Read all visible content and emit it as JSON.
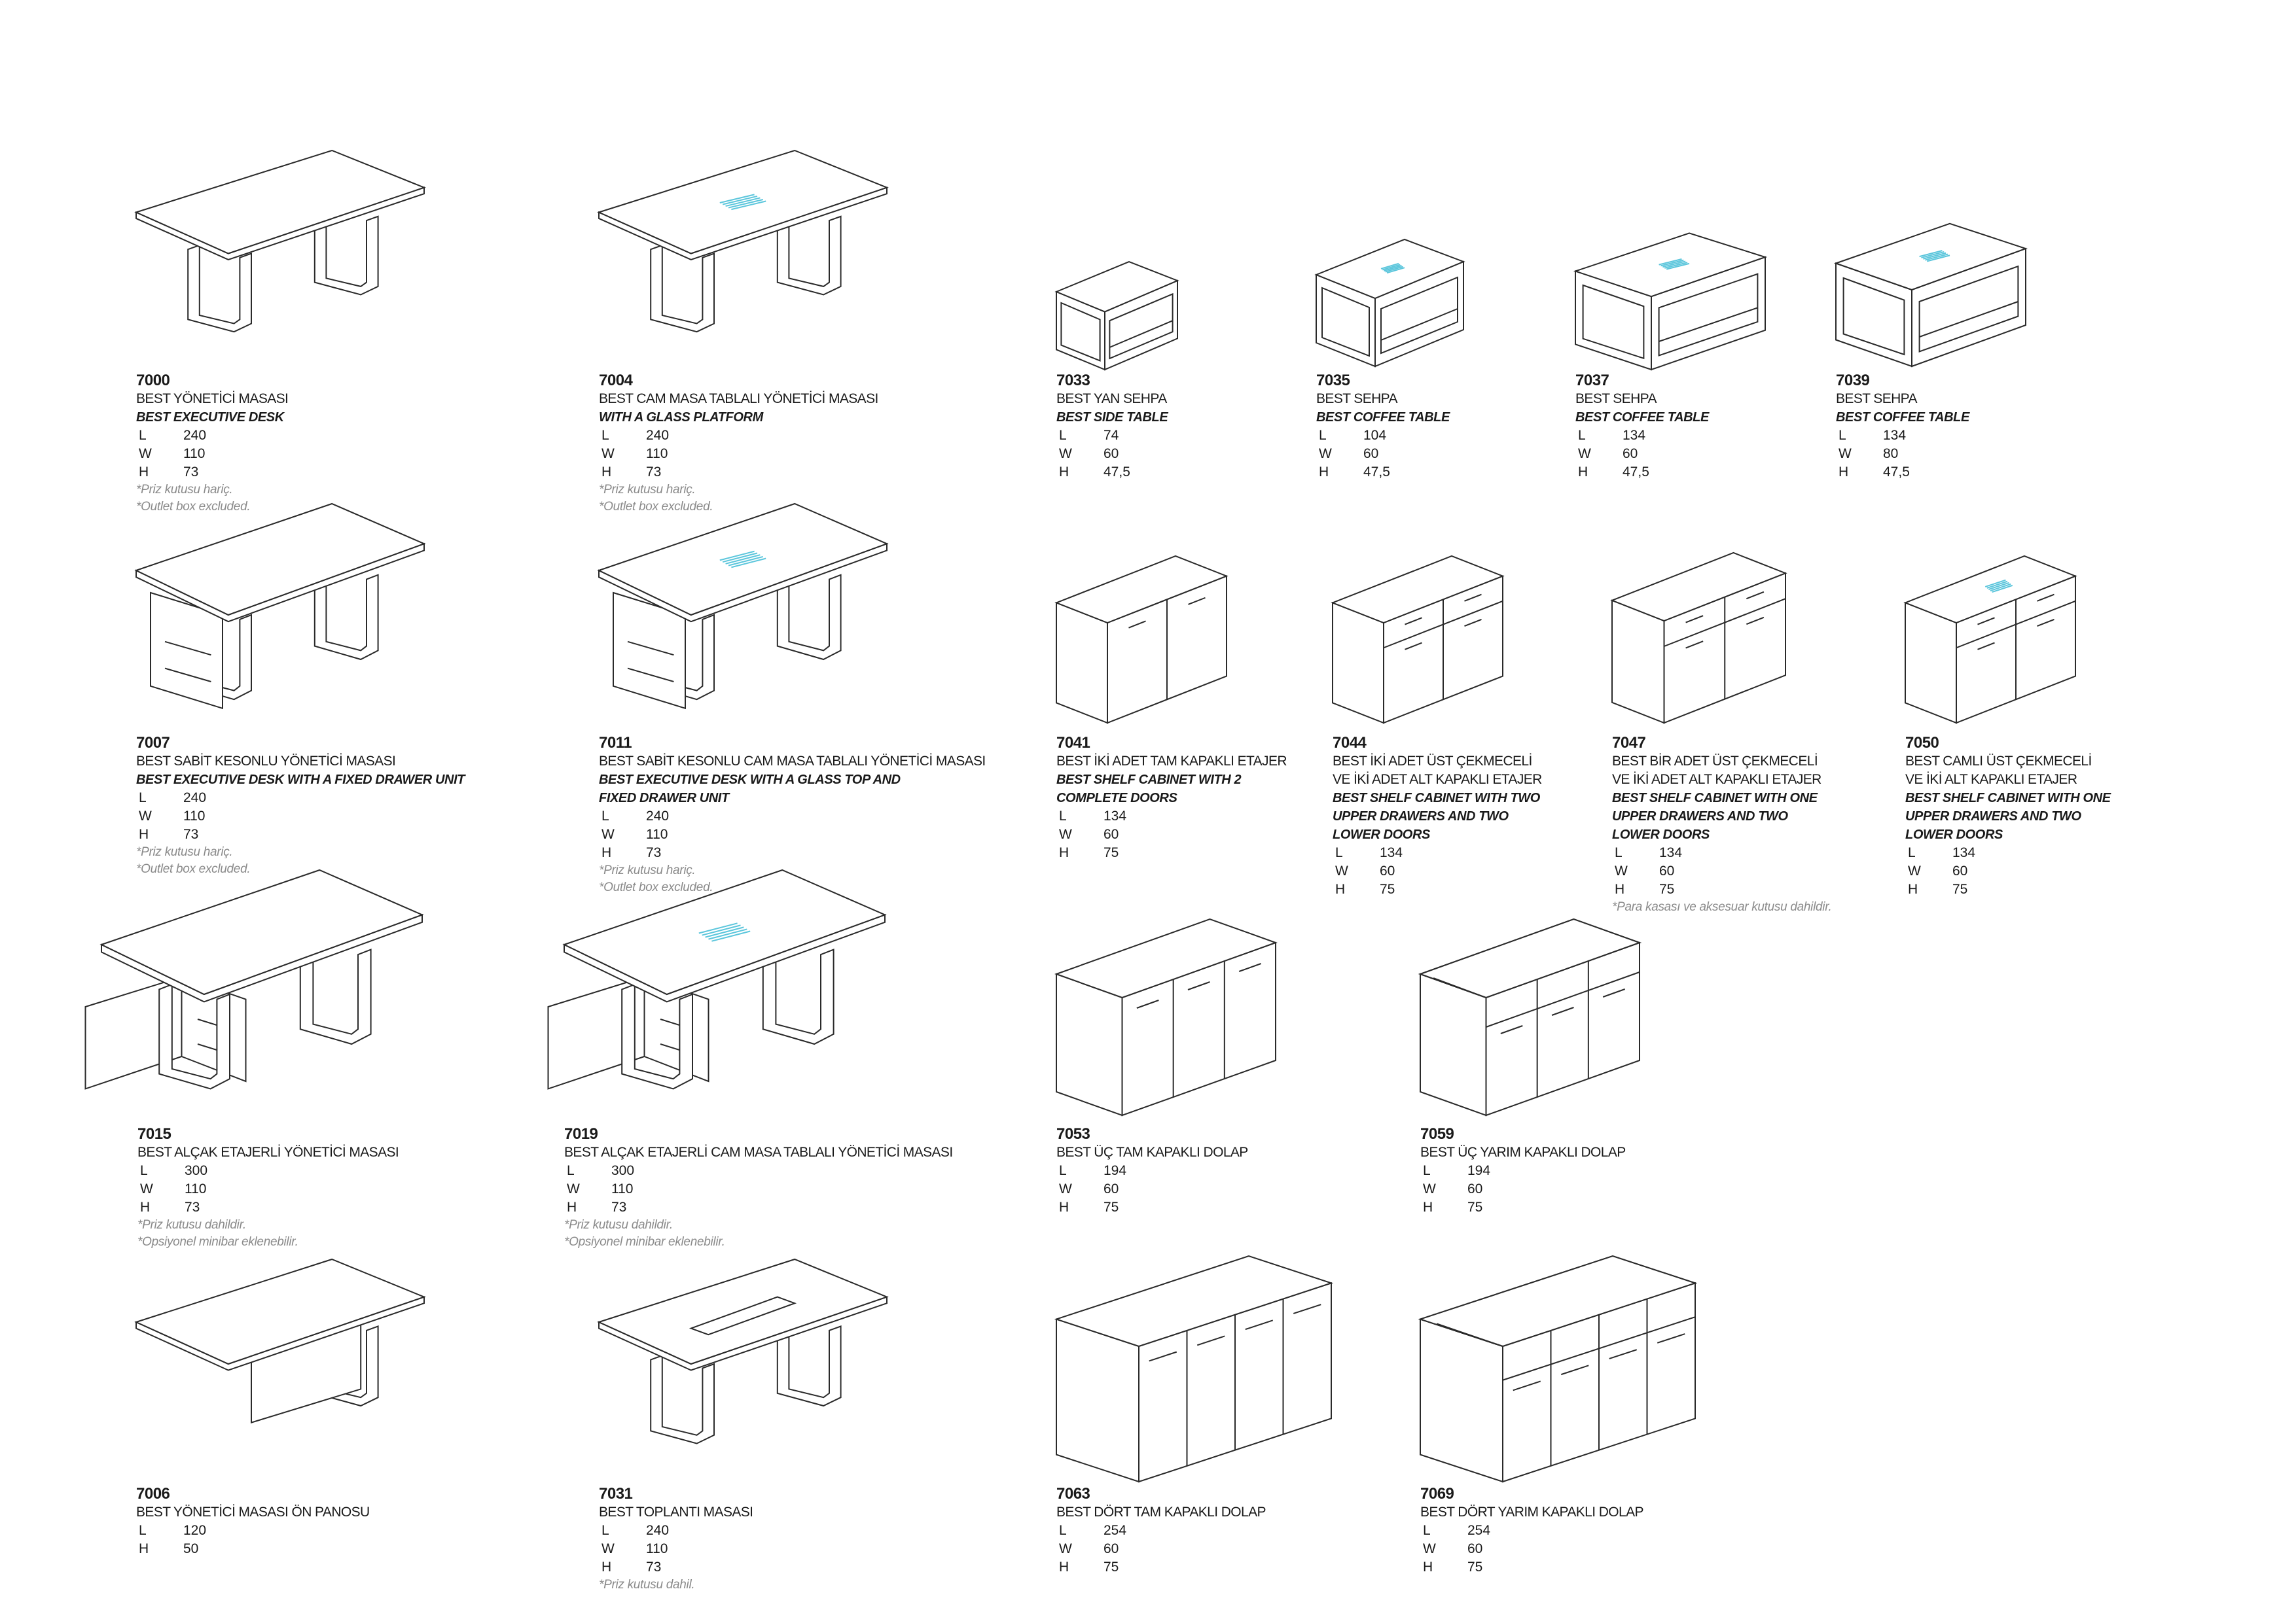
{
  "colors": {
    "line": "#2a2a2a",
    "glass": "#5cc6dc",
    "note": "#8a8a8a"
  },
  "products": [
    {
      "code": "7000",
      "name_tr": [
        "BEST YÖNETİCİ MASASI"
      ],
      "name_en": [
        "BEST EXECUTIVE DESK"
      ],
      "dims": [
        {
          "k": "L",
          "v": "240"
        },
        {
          "k": "W",
          "v": "110"
        },
        {
          "k": "H",
          "v": "73"
        }
      ],
      "notes": [
        "*Priz kutusu hariç.",
        "*Outlet box excluded."
      ],
      "drawing": "desk-icon"
    },
    {
      "code": "7004",
      "name_tr": [
        "BEST CAM MASA TABLALI YÖNETİCİ MASASI"
      ],
      "name_en": [
        "WITH A GLASS PLATFORM"
      ],
      "dims": [
        {
          "k": "L",
          "v": "240"
        },
        {
          "k": "W",
          "v": "110"
        },
        {
          "k": "H",
          "v": "73"
        }
      ],
      "notes": [
        "*Priz kutusu hariç.",
        "*Outlet box excluded."
      ],
      "drawing": "glass-desk-icon"
    },
    {
      "code": "7033",
      "name_tr": [
        "BEST YAN SEHPA"
      ],
      "name_en": [
        "BEST SIDE TABLE"
      ],
      "dims": [
        {
          "k": "L",
          "v": "74"
        },
        {
          "k": "W",
          "v": "60"
        },
        {
          "k": "H",
          "v": "47,5"
        }
      ],
      "notes": [],
      "drawing": "side-table-icon"
    },
    {
      "code": "7035",
      "name_tr": [
        "BEST SEHPA"
      ],
      "name_en": [
        "BEST COFFEE TABLE"
      ],
      "dims": [
        {
          "k": "L",
          "v": "104"
        },
        {
          "k": "W",
          "v": "60"
        },
        {
          "k": "H",
          "v": "47,5"
        }
      ],
      "notes": [],
      "drawing": "coffee-table-icon"
    },
    {
      "code": "7037",
      "name_tr": [
        "BEST SEHPA"
      ],
      "name_en": [
        "BEST COFFEE TABLE"
      ],
      "dims": [
        {
          "k": "L",
          "v": "134"
        },
        {
          "k": "W",
          "v": "60"
        },
        {
          "k": "H",
          "v": "47,5"
        }
      ],
      "notes": [],
      "drawing": "coffee-table-icon"
    },
    {
      "code": "7039",
      "name_tr": [
        "BEST SEHPA"
      ],
      "name_en": [
        "BEST COFFEE TABLE"
      ],
      "dims": [
        {
          "k": "L",
          "v": "134"
        },
        {
          "k": "W",
          "v": "80"
        },
        {
          "k": "H",
          "v": "47,5"
        }
      ],
      "notes": [],
      "drawing": "coffee-table-icon"
    },
    {
      "code": "7007",
      "name_tr": [
        "BEST SABİT KESONLU YÖNETİCİ MASASI"
      ],
      "name_en": [
        "BEST EXECUTIVE DESK WITH A FIXED DRAWER UNIT"
      ],
      "dims": [
        {
          "k": "L",
          "v": "240"
        },
        {
          "k": "W",
          "v": "110"
        },
        {
          "k": "H",
          "v": "73"
        }
      ],
      "notes": [
        "*Priz kutusu hariç.",
        "*Outlet box excluded."
      ],
      "drawing": "desk-drawer-icon"
    },
    {
      "code": "7011",
      "name_tr": [
        "BEST SABİT KESONLU CAM MASA TABLALI YÖNETİCİ MASASI"
      ],
      "name_en": [
        "BEST EXECUTIVE DESK WITH A GLASS TOP  AND",
        "FIXED DRAWER UNIT"
      ],
      "dims": [
        {
          "k": "L",
          "v": "240"
        },
        {
          "k": "W",
          "v": "110"
        },
        {
          "k": "H",
          "v": "73"
        }
      ],
      "notes": [
        "*Priz kutusu hariç.",
        "*Outlet box excluded."
      ],
      "drawing": "glass-desk-drawer-icon"
    },
    {
      "code": "7041",
      "name_tr": [
        "BEST İKİ ADET TAM KAPAKLI ETAJER"
      ],
      "name_en": [
        "BEST SHELF CABINET WITH 2",
        "COMPLETE DOORS"
      ],
      "dims": [
        {
          "k": "L",
          "v": "134"
        },
        {
          "k": "W",
          "v": "60"
        },
        {
          "k": "H",
          "v": "75"
        }
      ],
      "notes": [],
      "drawing": "cabinet-icon"
    },
    {
      "code": "7044",
      "name_tr": [
        "BEST İKİ ADET ÜST ÇEKMECELİ",
        "VE İKİ ADET ALT KAPAKLI ETAJER"
      ],
      "name_en": [
        "BEST SHELF CABINET WITH TWO",
        "UPPER DRAWERS  AND TWO",
        "LOWER DOORS"
      ],
      "dims": [
        {
          "k": "L",
          "v": "134"
        },
        {
          "k": "W",
          "v": "60"
        },
        {
          "k": "H",
          "v": "75"
        }
      ],
      "notes": [],
      "drawing": "cabinet-icon"
    },
    {
      "code": "7047",
      "name_tr": [
        "BEST BİR ADET ÜST ÇEKMECELİ",
        "VE İKİ ADET ALT KAPAKLI ETAJER"
      ],
      "name_en": [
        "BEST SHELF CABINET WITH ONE",
        "UPPER DRAWERS AND TWO",
        "LOWER DOORS"
      ],
      "dims": [
        {
          "k": "L",
          "v": "134"
        },
        {
          "k": "W",
          "v": "60"
        },
        {
          "k": "H",
          "v": "75"
        }
      ],
      "notes": [
        "*Para kasası ve aksesuar kutusu dahildir."
      ],
      "drawing": "cabinet-icon"
    },
    {
      "code": "7050",
      "name_tr": [
        "BEST CAMLI ÜST ÇEKMECELİ",
        "VE İKİ ALT KAPAKLI ETAJER"
      ],
      "name_en": [
        "BEST SHELF CABINET WITH ONE",
        "UPPER DRAWERS AND TWO",
        "LOWER DOORS"
      ],
      "dims": [
        {
          "k": "L",
          "v": "134"
        },
        {
          "k": "W",
          "v": "60"
        },
        {
          "k": "H",
          "v": "75"
        }
      ],
      "notes": [],
      "drawing": "glass-cabinet-icon"
    },
    {
      "code": "7015",
      "name_tr": [
        "BEST ALÇAK ETAJERLİ YÖNETİCİ MASASI"
      ],
      "name_en": [],
      "dims": [
        {
          "k": "L",
          "v": "300"
        },
        {
          "k": "W",
          "v": "110"
        },
        {
          "k": "H",
          "v": "73"
        }
      ],
      "notes": [
        "*Priz kutusu dahildir.",
        "*Opsiyonel minibar eklenebilir."
      ],
      "drawing": "desk-credenza-icon"
    },
    {
      "code": "7019",
      "name_tr": [
        "BEST ALÇAK ETAJERLİ CAM MASA TABLALI YÖNETİCİ MASASI"
      ],
      "name_en": [],
      "dims": [
        {
          "k": "L",
          "v": "300"
        },
        {
          "k": "W",
          "v": "110"
        },
        {
          "k": "H",
          "v": "73"
        }
      ],
      "notes": [
        "*Priz kutusu dahildir.",
        "*Opsiyonel minibar eklenebilir."
      ],
      "drawing": "glass-desk-credenza-icon"
    },
    {
      "code": "7053",
      "name_tr": [
        "BEST ÜÇ TAM KAPAKLI DOLAP"
      ],
      "name_en": [],
      "dims": [
        {
          "k": "L",
          "v": "194"
        },
        {
          "k": "W",
          "v": "60"
        },
        {
          "k": "H",
          "v": "75"
        }
      ],
      "notes": [],
      "drawing": "cabinet-icon"
    },
    {
      "code": "7059",
      "name_tr": [
        "BEST ÜÇ YARIM KAPAKLI DOLAP"
      ],
      "name_en": [],
      "dims": [
        {
          "k": "L",
          "v": "194"
        },
        {
          "k": "W",
          "v": "60"
        },
        {
          "k": "H",
          "v": "75"
        }
      ],
      "notes": [],
      "drawing": "half-door-cabinet-icon"
    },
    {
      "code": "7006",
      "name_tr": [
        "BEST YÖNETİCİ MASASI ÖN PANOSU"
      ],
      "name_en": [],
      "dims": [
        {
          "k": "L",
          "v": "120"
        },
        {
          "k": "H",
          "v": "50"
        }
      ],
      "notes": [],
      "drawing": "desk-panel-icon"
    },
    {
      "code": "7031",
      "name_tr": [
        "BEST TOPLANTI MASASI"
      ],
      "name_en": [],
      "dims": [
        {
          "k": "L",
          "v": "240"
        },
        {
          "k": "W",
          "v": "110"
        },
        {
          "k": "H",
          "v": "73"
        }
      ],
      "notes": [
        "*Priz kutusu dahil."
      ],
      "drawing": "meeting-table-icon"
    },
    {
      "code": "7063",
      "name_tr": [
        "BEST DÖRT TAM KAPAKLI DOLAP"
      ],
      "name_en": [],
      "dims": [
        {
          "k": "L",
          "v": "254"
        },
        {
          "k": "W",
          "v": "60"
        },
        {
          "k": "H",
          "v": "75"
        }
      ],
      "notes": [],
      "drawing": "cabinet-icon"
    },
    {
      "code": "7069",
      "name_tr": [
        "BEST DÖRT YARIM KAPAKLI DOLAP"
      ],
      "name_en": [],
      "dims": [
        {
          "k": "L",
          "v": "254"
        },
        {
          "k": "W",
          "v": "60"
        },
        {
          "k": "H",
          "v": "75"
        }
      ],
      "notes": [],
      "drawing": "half-door-cabinet-icon"
    }
  ]
}
